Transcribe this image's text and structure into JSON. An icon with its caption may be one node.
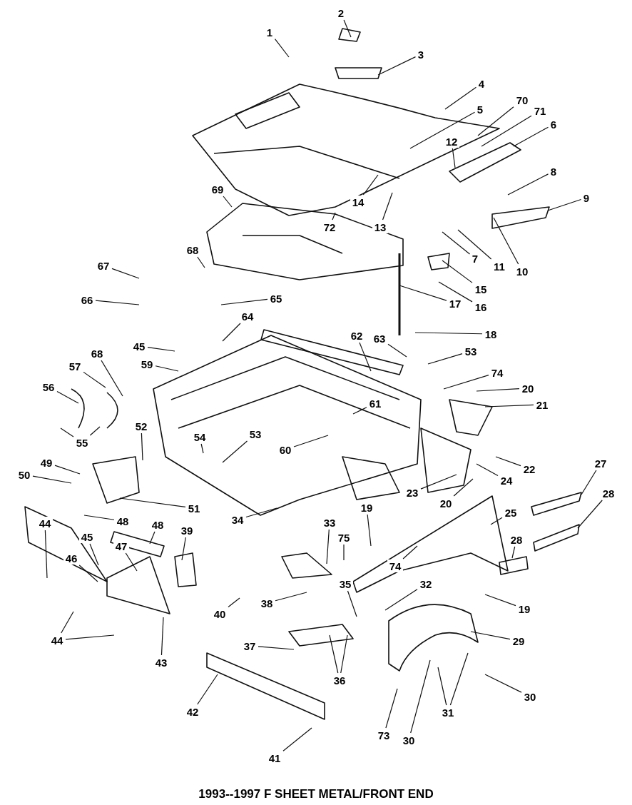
{
  "diagram": {
    "title": "1993--1997 F SHEET METAL/FRONT END",
    "nodes": [
      {
        "text": [
          "1"
        ]
      },
      {
        "text": [
          "2"
        ]
      },
      {
        "text": [
          "3"
        ]
      },
      {
        "text": [
          "4"
        ]
      },
      {
        "text": [
          "70"
        ]
      },
      {
        "text": [
          "5"
        ]
      },
      {
        "text": [
          "71"
        ]
      },
      {
        "text": [
          "6"
        ]
      },
      {
        "text": [
          "12"
        ]
      },
      {
        "text": [
          "8"
        ]
      },
      {
        "text": [
          "69"
        ]
      },
      {
        "text": [
          "9"
        ]
      },
      {
        "text": [
          "14"
        ]
      },
      {
        "text": [
          "13"
        ]
      },
      {
        "text": [
          "72"
        ]
      },
      {
        "text": [
          "68"
        ]
      },
      {
        "text": [
          "7"
        ]
      },
      {
        "text": [
          "11"
        ]
      },
      {
        "text": [
          "67"
        ]
      },
      {
        "text": [
          "10"
        ]
      },
      {
        "text": [
          "15"
        ]
      },
      {
        "text": [
          "66"
        ]
      },
      {
        "text": [
          "65"
        ]
      },
      {
        "text": [
          "17"
        ]
      },
      {
        "text": [
          "16"
        ]
      },
      {
        "text": [
          "64"
        ]
      },
      {
        "text": [
          "18"
        ]
      },
      {
        "text": [
          "62"
        ]
      },
      {
        "text": [
          "63"
        ]
      },
      {
        "text": [
          "45"
        ]
      },
      {
        "text": [
          "53"
        ]
      },
      {
        "text": [
          "68"
        ]
      },
      {
        "text": [
          "59"
        ]
      },
      {
        "text": [
          "57"
        ]
      },
      {
        "text": [
          "74"
        ]
      },
      {
        "text": [
          "56"
        ]
      },
      {
        "text": [
          "20"
        ]
      },
      {
        "text": [
          "61"
        ]
      },
      {
        "text": [
          "21"
        ]
      },
      {
        "text": [
          "52"
        ]
      },
      {
        "text": [
          "53"
        ]
      },
      {
        "text": [
          "54"
        ]
      },
      {
        "text": [
          "60"
        ]
      },
      {
        "text": [
          "55"
        ]
      },
      {
        "text": [
          "49"
        ]
      },
      {
        "text": [
          "27"
        ]
      },
      {
        "text": [
          "22"
        ]
      },
      {
        "text": [
          "50"
        ]
      },
      {
        "text": [
          "24"
        ]
      },
      {
        "text": [
          "23"
        ]
      },
      {
        "text": [
          "28"
        ]
      },
      {
        "text": [
          "20"
        ]
      },
      {
        "text": [
          "19"
        ]
      },
      {
        "text": [
          "51"
        ]
      },
      {
        "text": [
          "25"
        ]
      },
      {
        "text": [
          "48"
        ]
      },
      {
        "text": [
          "34"
        ]
      },
      {
        "text": [
          "33"
        ]
      },
      {
        "text": [
          "44"
        ]
      },
      {
        "text": [
          "48"
        ]
      },
      {
        "text": [
          "39"
        ]
      },
      {
        "text": [
          "45"
        ]
      },
      {
        "text": [
          "75"
        ]
      },
      {
        "text": [
          "28"
        ]
      },
      {
        "text": [
          "47"
        ]
      },
      {
        "text": [
          "46"
        ]
      },
      {
        "text": [
          "74"
        ]
      },
      {
        "text": [
          "32"
        ]
      },
      {
        "text": [
          "35"
        ]
      },
      {
        "text": [
          "38"
        ]
      },
      {
        "text": [
          "19"
        ]
      },
      {
        "text": [
          "40"
        ]
      },
      {
        "text": [
          "44"
        ]
      },
      {
        "text": [
          "29"
        ]
      },
      {
        "text": [
          "37"
        ]
      },
      {
        "text": [
          "43"
        ]
      },
      {
        "text": [
          "36"
        ]
      },
      {
        "text": [
          "30"
        ]
      },
      {
        "text": [
          "42"
        ]
      },
      {
        "text": [
          "31"
        ]
      },
      {
        "text": [
          "73"
        ]
      },
      {
        "text": [
          "30"
        ]
      },
      {
        "text": [
          "41"
        ]
      }
    ],
    "edges": [
      {
        "from": 0,
        "to": null,
        "arrow": "none"
      },
      {
        "from": 1,
        "to": null,
        "arrow": "none"
      },
      {
        "from": 2,
        "to": null,
        "arrow": "none"
      },
      {
        "from": 3,
        "to": null,
        "arrow": "none"
      },
      {
        "from": 4,
        "to": null,
        "arrow": "none"
      },
      {
        "from": 5,
        "to": null,
        "arrow": "none"
      },
      {
        "from": 6,
        "to": null,
        "arrow": "none"
      },
      {
        "from": 7,
        "to": null,
        "arrow": "none"
      },
      {
        "from": 8,
        "to": null,
        "arrow": "none"
      },
      {
        "from": 9,
        "to": null,
        "arrow": "none"
      },
      {
        "from": 10,
        "to": null,
        "arrow": "none"
      },
      {
        "from": 11,
        "to": null,
        "arrow": "none"
      },
      {
        "from": 12,
        "to": null,
        "arrow": "none"
      },
      {
        "from": 13,
        "to": null,
        "arrow": "none"
      },
      {
        "from": 14,
        "to": null,
        "arrow": "none"
      },
      {
        "from": 15,
        "to": null,
        "arrow": "none"
      },
      {
        "from": 16,
        "to": null,
        "arrow": "none"
      },
      {
        "from": 17,
        "to": null,
        "arrow": "none"
      },
      {
        "from": 18,
        "to": null,
        "arrow": "none"
      },
      {
        "from": 19,
        "to": null,
        "arrow": "none"
      },
      {
        "from": 20,
        "to": null,
        "arrow": "none"
      },
      {
        "from": 21,
        "to": null,
        "arrow": "none"
      },
      {
        "from": 22,
        "to": null,
        "arrow": "none"
      },
      {
        "from": 23,
        "to": null,
        "arrow": "none"
      },
      {
        "from": 24,
        "to": null,
        "arrow": "none"
      },
      {
        "from": 25,
        "to": null,
        "arrow": "none"
      },
      {
        "from": 26,
        "to": null,
        "arrow": "none"
      },
      {
        "from": 27,
        "to": null,
        "arrow": "none"
      },
      {
        "from": 28,
        "to": null,
        "arrow": "none"
      },
      {
        "from": 29,
        "to": null,
        "arrow": "none"
      },
      {
        "from": 30,
        "to": null,
        "arrow": "none"
      },
      {
        "from": 31,
        "to": null,
        "arrow": "none"
      },
      {
        "from": 32,
        "to": null,
        "arrow": "none"
      },
      {
        "from": 33,
        "to": null,
        "arrow": "none"
      },
      {
        "from": 34,
        "to": null,
        "arrow": "none"
      },
      {
        "from": 35,
        "to": null,
        "arrow": "none"
      },
      {
        "from": 36,
        "to": null,
        "arrow": "none"
      },
      {
        "from": 37,
        "to": null,
        "arrow": "none"
      },
      {
        "from": 38,
        "to": null,
        "arrow": "none"
      },
      {
        "from": 39,
        "to": null,
        "arrow": "none"
      },
      {
        "from": 40,
        "to": null,
        "arrow": "none"
      },
      {
        "from": 41,
        "to": null,
        "arrow": "none"
      },
      {
        "from": 42,
        "to": null,
        "arrow": "none"
      },
      {
        "from": 43,
        "to": null,
        "arrow": "none"
      },
      {
        "from": 43,
        "to": null,
        "arrow": "none"
      },
      {
        "from": 44,
        "to": null,
        "arrow": "none"
      },
      {
        "from": 45,
        "to": null,
        "arrow": "none"
      },
      {
        "from": 46,
        "to": null,
        "arrow": "none"
      },
      {
        "from": 47,
        "to": null,
        "arrow": "none"
      },
      {
        "from": 48,
        "to": null,
        "arrow": "none"
      },
      {
        "from": 49,
        "to": null,
        "arrow": "none"
      },
      {
        "from": 50,
        "to": null,
        "arrow": "none"
      },
      {
        "from": 51,
        "to": null,
        "arrow": "none"
      },
      {
        "from": 52,
        "to": null,
        "arrow": "none"
      },
      {
        "from": 53,
        "to": null,
        "arrow": "none"
      },
      {
        "from": 54,
        "to": null,
        "arrow": "none"
      },
      {
        "from": 55,
        "to": null,
        "arrow": "none"
      },
      {
        "from": 56,
        "to": null,
        "arrow": "none"
      },
      {
        "from": 57,
        "to": null,
        "arrow": "none"
      },
      {
        "from": 58,
        "to": null,
        "arrow": "none"
      },
      {
        "from": 59,
        "to": null,
        "arrow": "none"
      },
      {
        "from": 60,
        "to": null,
        "arrow": "none"
      },
      {
        "from": 61,
        "to": null,
        "arrow": "none"
      },
      {
        "from": 62,
        "to": null,
        "arrow": "none"
      },
      {
        "from": 63,
        "to": null,
        "arrow": "none"
      },
      {
        "from": 64,
        "to": null,
        "arrow": "none"
      },
      {
        "from": 65,
        "to": null,
        "arrow": "none"
      },
      {
        "from": 66,
        "to": null,
        "arrow": "none"
      },
      {
        "from": 67,
        "to": null,
        "arrow": "none"
      },
      {
        "from": 68,
        "to": null,
        "arrow": "none"
      },
      {
        "from": 69,
        "to": null,
        "arrow": "none"
      },
      {
        "from": 70,
        "to": null,
        "arrow": "none"
      },
      {
        "from": 71,
        "to": null,
        "arrow": "none"
      },
      {
        "from": 72,
        "to": null,
        "arrow": "none"
      },
      {
        "from": 72,
        "to": null,
        "arrow": "none"
      },
      {
        "from": 73,
        "to": null,
        "arrow": "none"
      },
      {
        "from": 74,
        "to": null,
        "arrow": "none"
      },
      {
        "from": 75,
        "to": null,
        "arrow": "none"
      },
      {
        "from": 76,
        "to": null,
        "arrow": "none"
      },
      {
        "from": 76,
        "to": null,
        "arrow": "none"
      },
      {
        "from": 77,
        "to": null,
        "arrow": "none"
      },
      {
        "from": 78,
        "to": null,
        "arrow": "none"
      },
      {
        "from": 79,
        "to": null,
        "arrow": "none"
      },
      {
        "from": 79,
        "to": null,
        "arrow": "none"
      },
      {
        "from": 80,
        "to": null,
        "arrow": "none"
      },
      {
        "from": 81,
        "to": null,
        "arrow": "none"
      },
      {
        "from": 82,
        "to": null,
        "arrow": "none"
      }
    ]
  }
}
